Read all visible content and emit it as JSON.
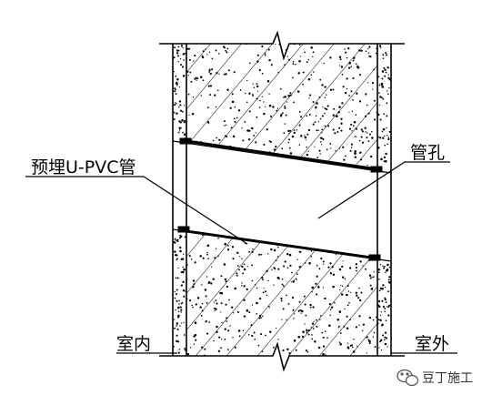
{
  "labels": {
    "pipe_sleeve": "预埋U-PVC管",
    "pipe_hole": "管孔",
    "indoor": "室内",
    "outdoor": "室外"
  },
  "watermark": {
    "text": "豆丁施工",
    "icon": "wechat-logo-icon"
  },
  "colors": {
    "line": "#000000",
    "background": "#ffffff",
    "watermark": "#333333"
  }
}
